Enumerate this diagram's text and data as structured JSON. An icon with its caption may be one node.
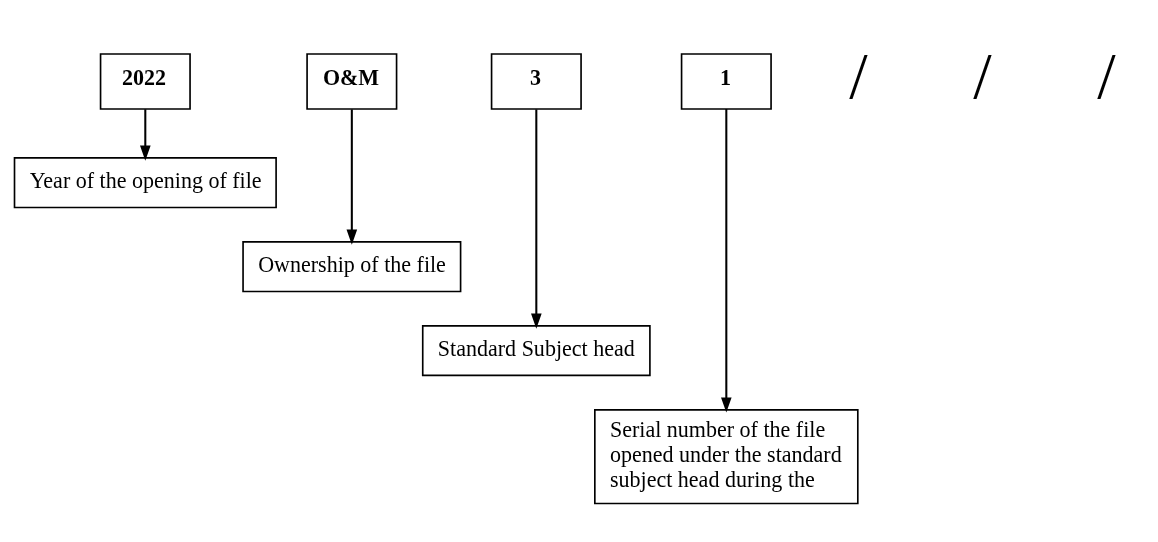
{
  "diagram": {
    "nodes": [
      {
        "text": [
          "2022"
        ]
      },
      {
        "text": [
          "O&M"
        ]
      },
      {
        "text": [
          "3"
        ]
      },
      {
        "text": [
          "1"
        ]
      },
      {
        "text": [
          "Year of the opening of file"
        ]
      },
      {
        "text": [
          "Ownership of the file"
        ]
      },
      {
        "text": [
          "Standard Subject head"
        ]
      },
      {
        "text": [
          "Serial number of the file opened under the standard subject head during the"
        ]
      }
    ],
    "edges": [
      {
        "from": 0,
        "to": 4,
        "arrow": "to"
      },
      {
        "from": 1,
        "to": 5,
        "arrow": "to"
      },
      {
        "from": 2,
        "to": 6,
        "arrow": "to"
      },
      {
        "from": 3,
        "to": 7,
        "arrow": "to"
      }
    ],
    "labels": [
      "/",
      "/",
      "/"
    ]
  }
}
